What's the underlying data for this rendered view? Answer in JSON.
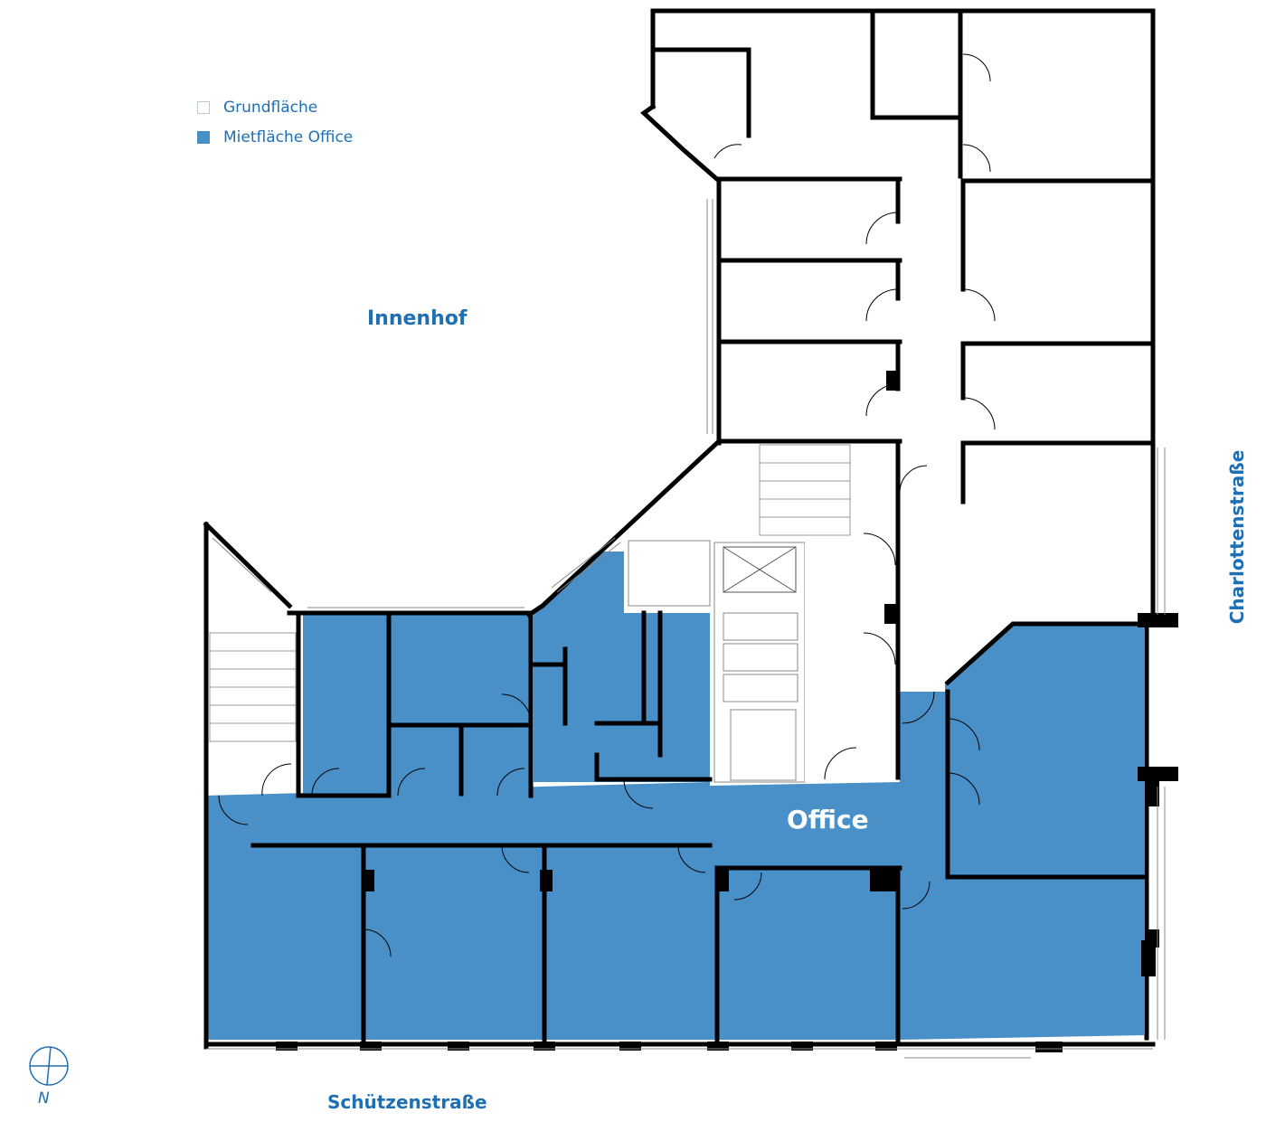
{
  "legend": {
    "items": [
      {
        "label": "Grundfläche",
        "icon": "outline-square"
      },
      {
        "label": "Mietfläche Office",
        "icon": "filled-square"
      }
    ]
  },
  "labels": {
    "courtyard": "Innenhof",
    "office": "Office",
    "street_south": "Schützenstraße",
    "street_east": "Charlottenstraße"
  },
  "compass": {
    "letter": "N",
    "icon": "north-arrow-icon"
  },
  "colors": {
    "office_fill": "#4a90c8",
    "wall": "#000000",
    "text_accent": "#1e6fb3",
    "thin_line": "#888888"
  }
}
